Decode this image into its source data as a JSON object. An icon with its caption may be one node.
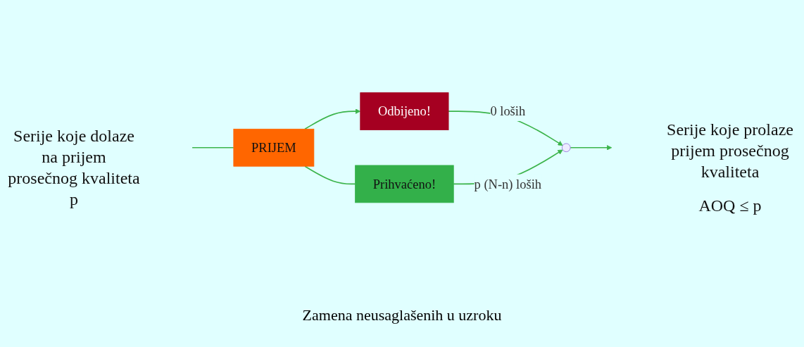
{
  "diagram": {
    "nodes": [
      {
        "text": [
          "PRIJEM"
        ]
      },
      {
        "text": [
          "Odbijeno!"
        ]
      },
      {
        "text": [
          "Prihvaćeno!"
        ]
      },
      {
        "text": [],
        "shape": "point"
      }
    ],
    "edges": [
      {
        "from": null,
        "to": 0,
        "arrow": "none"
      },
      {
        "from": 0,
        "to": 1,
        "arrow": "to"
      },
      {
        "from": 0,
        "to": 2,
        "arrow": "none"
      },
      {
        "from": 1,
        "to": 3,
        "arrow": "to",
        "label": "0 loših"
      },
      {
        "from": 2,
        "to": 3,
        "arrow": "to",
        "label": "p (N-n) loših"
      },
      {
        "from": 3,
        "to": null,
        "arrow": "to"
      }
    ],
    "labels": [
      "Serije koje dolaze na prijem prosečnog kvaliteta p",
      "Serije koje prolaze prijem prosečnog kvaliteta",
      "AOQ ≤ p",
      "Zamena neusaglašenih u uzroku"
    ]
  }
}
